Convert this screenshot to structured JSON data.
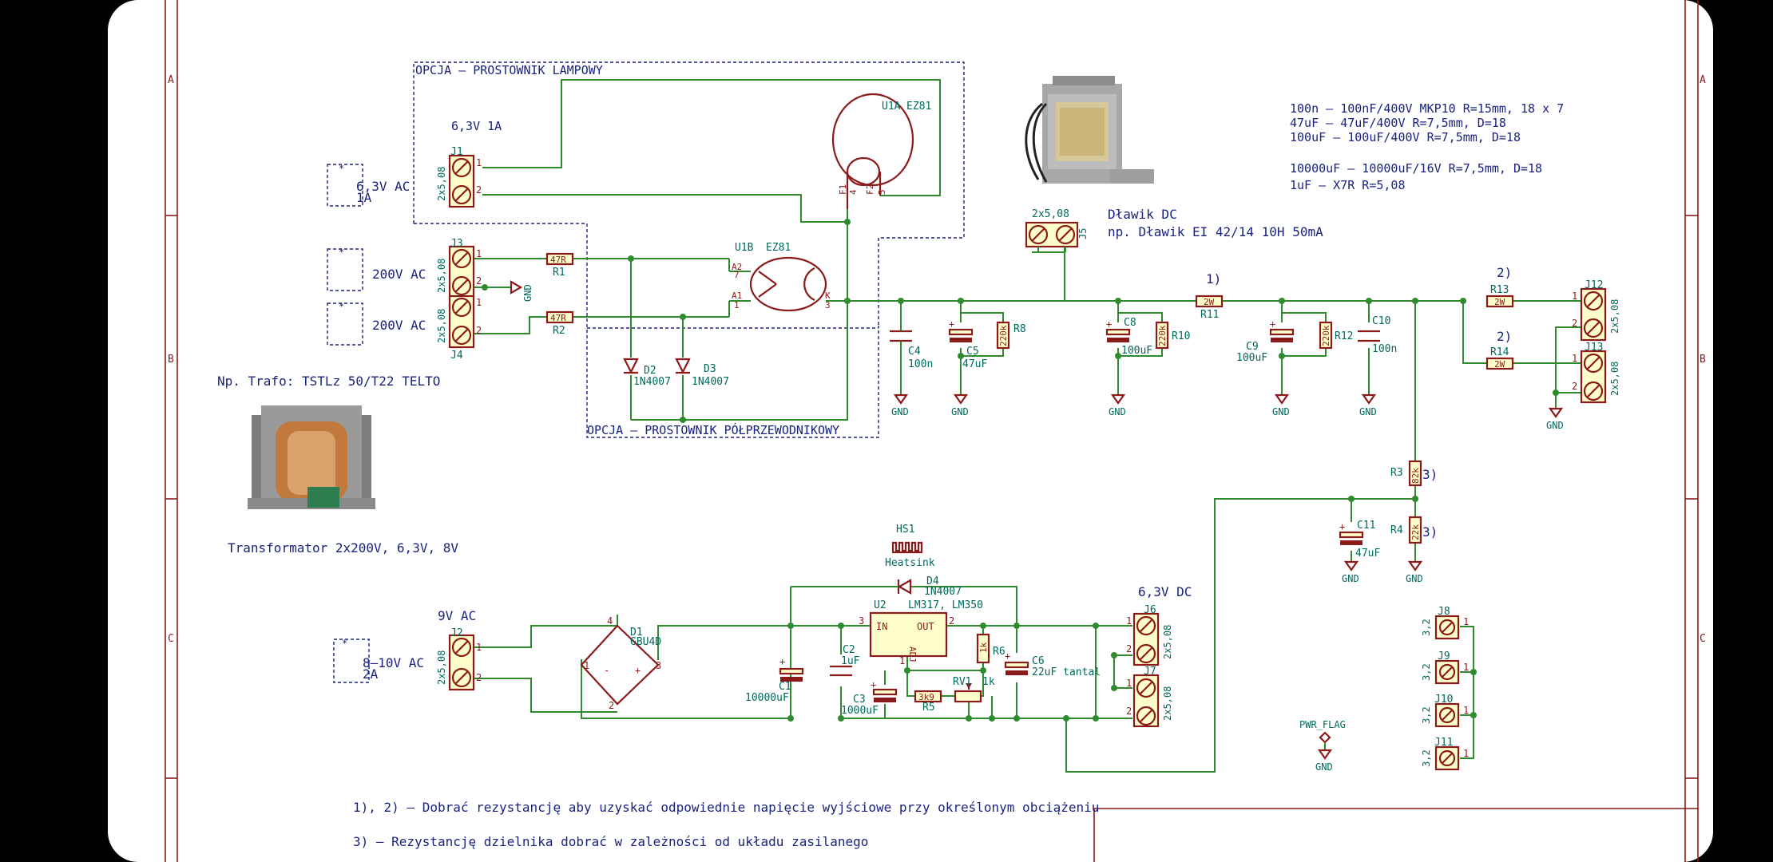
{
  "grid": {
    "rows": [
      "A",
      "B",
      "C"
    ]
  },
  "notes_top_right": [
    "100n – 100nF/400V MKP10 R=15mm, 18 x 7",
    "47uF – 47uF/400V R=7,5mm, D=18",
    "100uF – 100uF/400V R=7,5mm, D=18",
    "10000uF – 10000uF/16V R=7,5mm, D=18",
    "1uF – X7R R=5,08"
  ],
  "tube_option": {
    "label": "OPCJA – PROSTOWNIK LAMPOWY",
    "voltage_label": "6,3V 1A"
  },
  "semi_option": {
    "label": "OPCJA – PROSTOWNIK PÓŁPRZEWODNIKOWY"
  },
  "inputs": {
    "heater": [
      "6,3V AC",
      "1A"
    ],
    "hv1": "200V AC",
    "hv2": "200V AC",
    "low": [
      "8–10V AC",
      "2A"
    ],
    "low_title": "9V AC"
  },
  "transformer": {
    "caption_top": "Np. Trafo: TSTLz 50/T22 TELTO",
    "caption_bottom": "Transformator 2x200V, 6,3V, 8V"
  },
  "choke": {
    "line1": "Dławik DC",
    "line2": "np. Dławik EI 42/14 10H 50mA"
  },
  "refs": {
    "J1": "J1",
    "J2": "J2",
    "J3": "J3",
    "J4": "J4",
    "J5": "J5",
    "J6": "J6",
    "J7": "J7",
    "J8": "J8",
    "J9": "J9",
    "J10": "J10",
    "J11": "J11",
    "J12": "J12",
    "J13": "J13",
    "R1": "R1",
    "R2": "R2",
    "R3": "R3",
    "R4": "R4",
    "R5": "R5",
    "R6": "R6",
    "R8": "R8",
    "R10": "R10",
    "R11": "R11",
    "R12": "R12",
    "R13": "R13",
    "R14": "R14",
    "C1": "C1",
    "C2": "C2",
    "C3": "C3",
    "C4": "C4",
    "C5": "C5",
    "C6": "C6",
    "C8": "C8",
    "C9": "C9",
    "C10": "C10",
    "C11": "C11",
    "D1": "D1",
    "D2": "D2",
    "D3": "D3",
    "D4": "D4",
    "U1A": "U1A",
    "U1B": "U1B",
    "U2": "U2",
    "RV1": "RV1",
    "HS1": "HS1"
  },
  "values": {
    "conn": "2x5,08",
    "conn_small": "3,2",
    "R1": "47R",
    "R2": "47R",
    "R3": "82k",
    "R4": "22k",
    "R5": "3k9",
    "R6": "1k",
    "R8": "220k",
    "R10": "220k",
    "R11": "2W",
    "R12": "220k",
    "R13": "2W",
    "R14": "2W",
    "C1": "10000uF",
    "C2": "1uF",
    "C3": "1000uF",
    "C4": "100n",
    "C5": "47uF",
    "C6": "22uF tantal",
    "C8": "100uF",
    "C9": "100uF",
    "C10": "100n",
    "C11": "47uF",
    "D1": "GBU4D",
    "D2": "1N4007",
    "D3": "1N4007",
    "D4": "1N4007",
    "U1": "EZ81",
    "U2": "LM317, LM350",
    "RV1": "1k",
    "HS1": "Heatsink",
    "pwr_flag": "PWR_FLAG",
    "gnd": "GND",
    "out_63": "6,3V DC"
  },
  "markers": {
    "m1": "1)",
    "m2": "2)",
    "m3": "3)"
  },
  "footnotes": [
    "1), 2) – Dobrać rezystancję aby uzyskać odpowiednie napięcie wyjściowe przy określonym obciążeniu",
    "3) – Rezystancję dzielnika dobrać w zależności od układu zasilanego"
  ]
}
